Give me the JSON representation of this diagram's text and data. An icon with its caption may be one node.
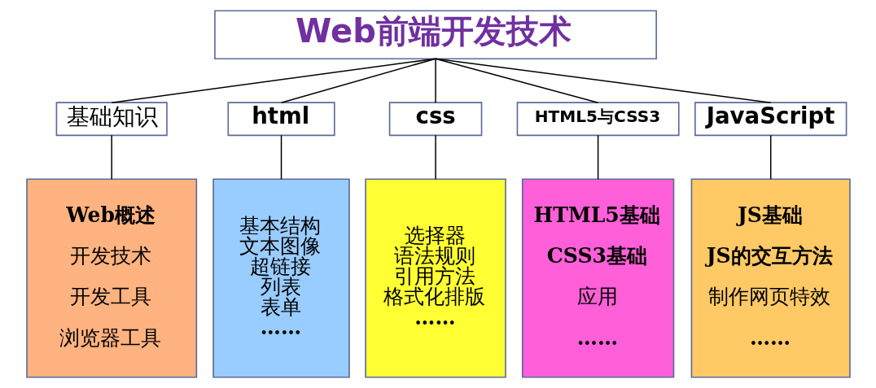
{
  "diagram": {
    "nodes": [
      {
        "text": [
          "Web前端开发技术"
        ]
      },
      {
        "text": [
          "基础知识"
        ]
      },
      {
        "text": [
          "html"
        ]
      },
      {
        "text": [
          "css"
        ]
      },
      {
        "text": [
          "HTML5与CSS3"
        ]
      },
      {
        "text": [
          "JavaScript"
        ]
      },
      {
        "text": [
          "Web概述",
          "开发技术",
          "开发工具",
          "浏览器工具"
        ]
      },
      {
        "text": [
          "基本结构",
          "文本图像",
          "超链接",
          "列表",
          "表单",
          "……"
        ]
      },
      {
        "text": [
          "选择器",
          "语法规则",
          "引用方法",
          "格式化排版",
          "……"
        ]
      },
      {
        "text": [
          "HTML5基础",
          "CSS3基础",
          "应用",
          "……"
        ]
      },
      {
        "text": [
          "JS基础",
          "JS的交互方法",
          "制作网页特效",
          "……"
        ]
      }
    ],
    "edges": [
      {
        "from": 0,
        "to": 1,
        "arrow": "none"
      },
      {
        "from": 0,
        "to": 2,
        "arrow": "none"
      },
      {
        "from": 0,
        "to": 3,
        "arrow": "none"
      },
      {
        "from": 0,
        "to": 4,
        "arrow": "none"
      },
      {
        "from": 0,
        "to": 5,
        "arrow": "none"
      },
      {
        "from": 1,
        "to": 6,
        "arrow": "none"
      },
      {
        "from": 2,
        "to": 7,
        "arrow": "none"
      },
      {
        "from": 3,
        "to": 8,
        "arrow": "none"
      },
      {
        "from": 4,
        "to": 9,
        "arrow": "none"
      },
      {
        "from": 5,
        "to": 10,
        "arrow": "none"
      }
    ]
  }
}
